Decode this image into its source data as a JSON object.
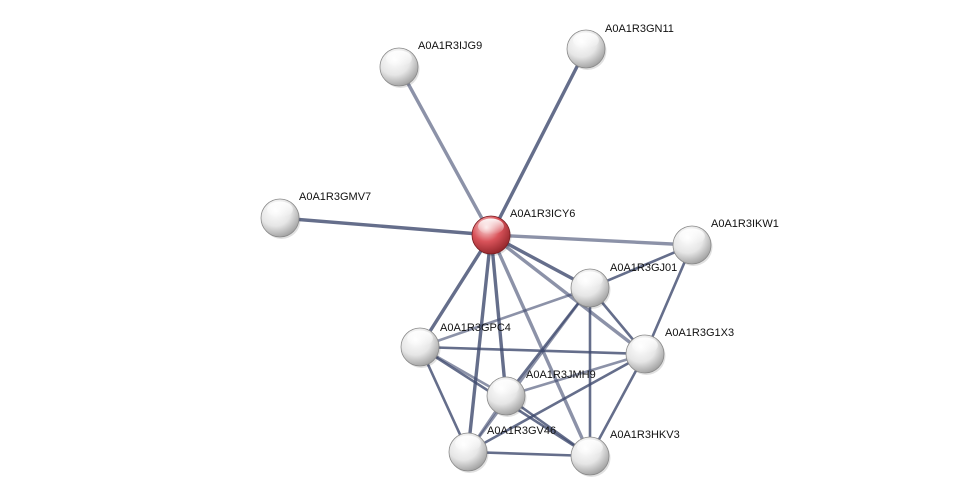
{
  "network": {
    "query_node": "A0A1R3ICY6",
    "colors": {
      "query_node": "#d9535a",
      "node": "#e6e6e6",
      "edge": "#3f4a6e",
      "label": "#111111"
    },
    "nodes": [
      {
        "id": "A0A1R3ICY6",
        "label": "A0A1R3ICY6",
        "query": true
      },
      {
        "id": "A0A1R3IJG9",
        "label": "A0A1R3IJG9"
      },
      {
        "id": "A0A1R3GN11",
        "label": "A0A1R3GN11"
      },
      {
        "id": "A0A1R3GMV7",
        "label": "A0A1R3GMV7"
      },
      {
        "id": "A0A1R3IKW1",
        "label": "A0A1R3IKW1"
      },
      {
        "id": "A0A1R3GJ01",
        "label": "A0A1R3GJ01"
      },
      {
        "id": "A0A1R3GPC4",
        "label": "A0A1R3GPC4"
      },
      {
        "id": "A0A1R3G1X3",
        "label": "A0A1R3G1X3"
      },
      {
        "id": "A0A1R3JMH9",
        "label": "A0A1R3JMH9"
      },
      {
        "id": "A0A1R3GV46",
        "label": "A0A1R3GV46"
      },
      {
        "id": "A0A1R3HKV3",
        "label": "A0A1R3HKV3"
      }
    ],
    "edges": [
      [
        "A0A1R3ICY6",
        "A0A1R3IJG9"
      ],
      [
        "A0A1R3ICY6",
        "A0A1R3GN11"
      ],
      [
        "A0A1R3ICY6",
        "A0A1R3GMV7"
      ],
      [
        "A0A1R3ICY6",
        "A0A1R3IKW1"
      ],
      [
        "A0A1R3ICY6",
        "A0A1R3GJ01"
      ],
      [
        "A0A1R3ICY6",
        "A0A1R3GPC4"
      ],
      [
        "A0A1R3ICY6",
        "A0A1R3G1X3"
      ],
      [
        "A0A1R3ICY6",
        "A0A1R3JMH9"
      ],
      [
        "A0A1R3ICY6",
        "A0A1R3GV46"
      ],
      [
        "A0A1R3ICY6",
        "A0A1R3HKV3"
      ],
      [
        "A0A1R3IKW1",
        "A0A1R3GJ01"
      ],
      [
        "A0A1R3IKW1",
        "A0A1R3G1X3"
      ],
      [
        "A0A1R3GJ01",
        "A0A1R3GPC4"
      ],
      [
        "A0A1R3GJ01",
        "A0A1R3G1X3"
      ],
      [
        "A0A1R3GJ01",
        "A0A1R3JMH9"
      ],
      [
        "A0A1R3GJ01",
        "A0A1R3GV46"
      ],
      [
        "A0A1R3GJ01",
        "A0A1R3HKV3"
      ],
      [
        "A0A1R3GPC4",
        "A0A1R3G1X3"
      ],
      [
        "A0A1R3GPC4",
        "A0A1R3JMH9"
      ],
      [
        "A0A1R3GPC4",
        "A0A1R3GV46"
      ],
      [
        "A0A1R3GPC4",
        "A0A1R3HKV3"
      ],
      [
        "A0A1R3G1X3",
        "A0A1R3JMH9"
      ],
      [
        "A0A1R3G1X3",
        "A0A1R3GV46"
      ],
      [
        "A0A1R3G1X3",
        "A0A1R3HKV3"
      ],
      [
        "A0A1R3JMH9",
        "A0A1R3GV46"
      ],
      [
        "A0A1R3JMH9",
        "A0A1R3HKV3"
      ],
      [
        "A0A1R3GV46",
        "A0A1R3HKV3"
      ]
    ]
  }
}
